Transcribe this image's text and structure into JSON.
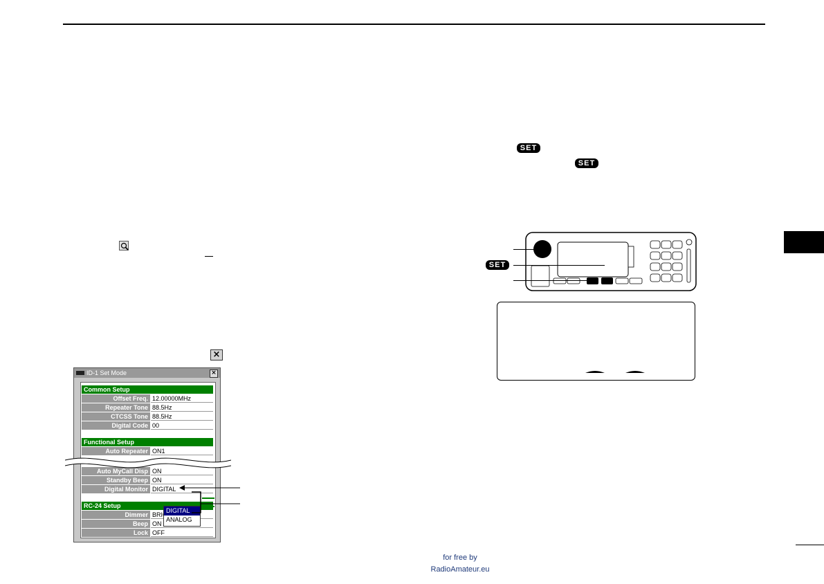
{
  "set_key_label": "SET",
  "close_glyph": "×",
  "window": {
    "title": "ID-1 Set Mode",
    "close_glyph": "×",
    "sections": {
      "common": "Common Setup",
      "functional": "Functional Setup",
      "rc24": "RC-24 Setup"
    },
    "common_rows": [
      {
        "label": "Offset Freq.",
        "value": "12.00000MHz"
      },
      {
        "label": "Repeater Tone",
        "value": "88.5Hz"
      },
      {
        "label": "CTCSS Tone",
        "value": "88.5Hz"
      },
      {
        "label": "Digital Code",
        "value": "00"
      }
    ],
    "functional_rows": [
      {
        "label": "Auto Repeater",
        "value": "ON1"
      },
      {
        "label": "Auto MyCall Disp",
        "value": "ON"
      },
      {
        "label": "Standby Beep",
        "value": "ON"
      },
      {
        "label": "Digital Monitor",
        "value": "DIGITAL"
      }
    ],
    "rc24_rows": [
      {
        "label": "Dimmer",
        "value": "BRIGHT"
      },
      {
        "label": "Beep",
        "value": "ON"
      },
      {
        "label": "Lock",
        "value": "OFF"
      }
    ],
    "dropdown_options": [
      "DIGITAL",
      "ANALOG"
    ],
    "dropdown_selected_index": 0
  },
  "footer": {
    "line1": "for free by",
    "line2": "RadioAmateur.eu"
  }
}
